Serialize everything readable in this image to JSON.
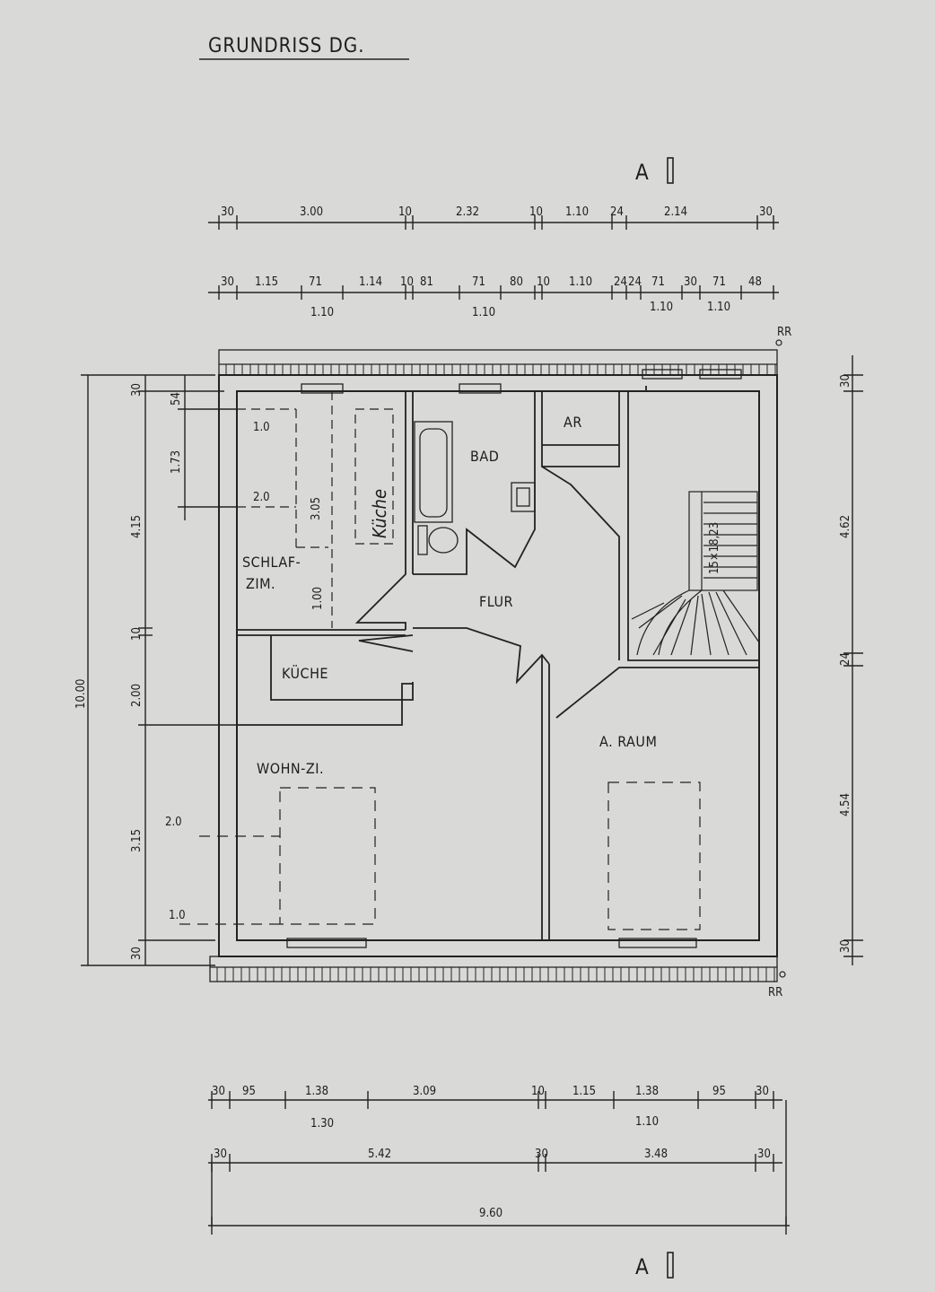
{
  "title": "GRUNDRISS DG.",
  "section_marker": "A",
  "roof_marker": "RR",
  "top_dims_row1": [
    "30",
    "3.00",
    "10",
    "2.32",
    "10",
    "1.10",
    "24",
    "2.14",
    "30"
  ],
  "top_dims_row2": [
    "30",
    "1.15",
    "71",
    "1.14",
    "10",
    "81",
    "71",
    "80",
    "10",
    "1.10",
    "24",
    "24",
    "71",
    "30",
    "71",
    "48"
  ],
  "top_dims_row2_sub": [
    "1.10",
    "1.10",
    "1.10",
    "1.10"
  ],
  "left_dims_outer": [
    "10.00"
  ],
  "left_dims_mid": [
    "30",
    "4.15",
    "10",
    "2.00",
    "3.15",
    "30"
  ],
  "left_dims_inner": [
    "54",
    "1.73"
  ],
  "left_heights": [
    "2.0",
    "1.0"
  ],
  "right_dims": [
    "30",
    "4.62",
    "24",
    "4.54",
    "30"
  ],
  "bottom_dims_row1": [
    "30",
    "95",
    "1.38",
    "3.09",
    "10",
    "1.15",
    "1.38",
    "95",
    "30"
  ],
  "bottom_dims_row1_sub": [
    "1.30",
    "1.10"
  ],
  "bottom_dims_row2": [
    "30",
    "5.42",
    "30",
    "3.48",
    "30"
  ],
  "bottom_total": "9.60",
  "rooms": {
    "schlaf": "SCHLAF-\nZIM.",
    "schlaf_line1": "SCHLAF-",
    "schlaf_line2": "ZIM.",
    "bad": "BAD",
    "ar": "AR",
    "flur": "FLUR",
    "kueche": "KÜCHE",
    "wohn": "WOHN-ZI.",
    "araum": "A. RAUM",
    "kueche_note": "Küche"
  },
  "interior_dims": [
    "1.0",
    "2.0",
    "3.05",
    "1.00"
  ],
  "stair_label": "15×18,23"
}
